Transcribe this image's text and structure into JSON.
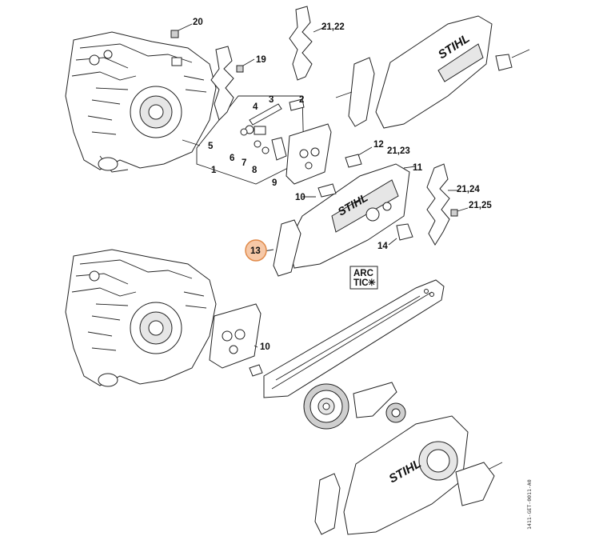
{
  "diagram": {
    "part_numbers": {
      "p1": "1",
      "p2": "2",
      "p3": "3",
      "p4": "4",
      "p5": "5",
      "p6": "6",
      "p7": "7",
      "p8": "8",
      "p9": "9",
      "p10a": "10",
      "p10b": "10",
      "p11": "11",
      "p12": "12",
      "p13": "13",
      "p14": "14",
      "p19": "19",
      "p20": "20",
      "p21_22": "21,22",
      "p21_23": "21,23",
      "p21_24": "21,24",
      "p21_25": "21,25"
    },
    "highlighted_part": "13",
    "highlight_color": "#f6c8a7",
    "brand_text": "STIHL",
    "arctic_badge": [
      "ARC",
      "TIC"
    ],
    "drawing_code": "1411-GET-0011-A0"
  }
}
